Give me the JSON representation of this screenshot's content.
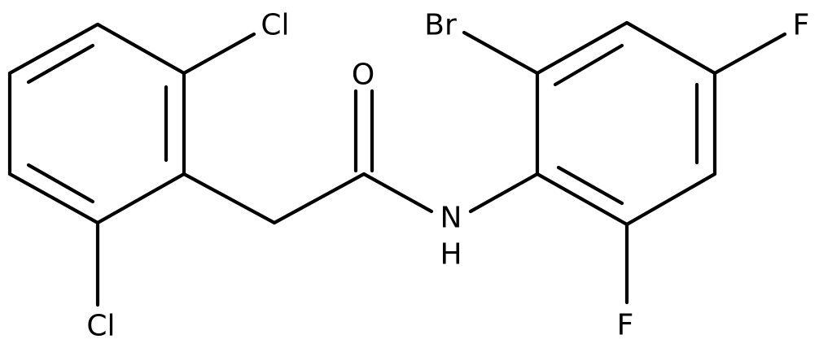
{
  "molecule": {
    "atoms": {
      "cl_top": "Cl",
      "cl_bottom": "Cl",
      "oxygen": "O",
      "br": "Br",
      "f_para": "F",
      "f_ortho": "F",
      "nh_n": "N",
      "nh_h": "H"
    }
  }
}
